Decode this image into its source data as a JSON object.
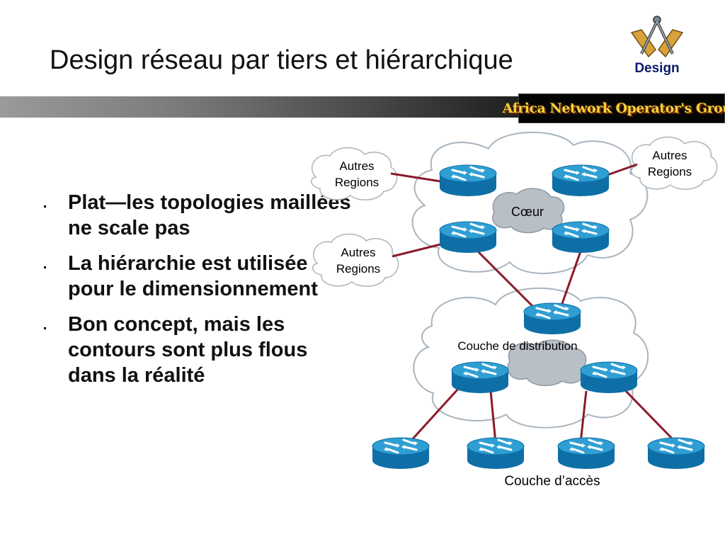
{
  "slide": {
    "title": "Design réseau par tiers et hiérarchique",
    "logo_label": "Design",
    "org_banner": "Africa Network Operator's Group"
  },
  "bullets": [
    "Plat—les topologies maillées ne scale pas",
    "La hiérarchie est utilisée pour le dimensionnement",
    "Bon concept, mais les contours sont plus flous dans la réalité"
  ],
  "diagram": {
    "other_regions": [
      "Autres",
      "Regions"
    ],
    "core_label": "Cœur",
    "distribution_label": "Couche de distribution",
    "access_label": "Couche d’accès"
  },
  "colors": {
    "router_top": "#2f9fd3",
    "router_side": "#0e6fa6",
    "link": "#8a1a2a",
    "cloud_stroke": "#a9b4bd",
    "hub_cloud": "#b8bfc6"
  }
}
